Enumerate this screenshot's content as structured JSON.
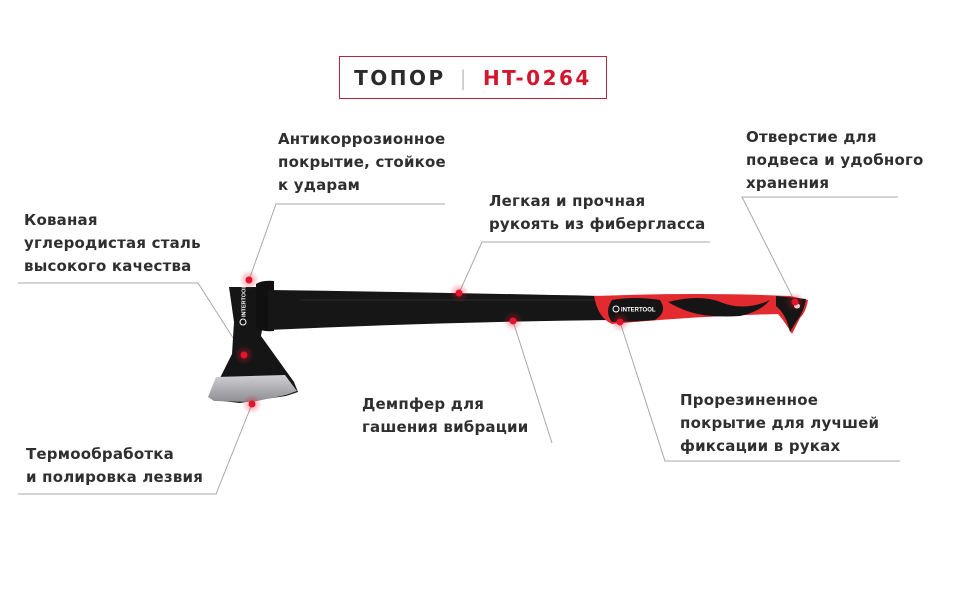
{
  "title": {
    "product": "ТОПОР",
    "separator": "|",
    "model": "HT-0264"
  },
  "colors": {
    "accent": "#d2182e",
    "handle": "#161616",
    "grip": "#e32a2f",
    "blade": "#b9b9bd",
    "line": "#a8a8a8"
  },
  "callouts": {
    "forged_steel": [
      "Кованая",
      "углеродистая сталь",
      "высокого качества"
    ],
    "anticorrosion": [
      "Антикоррозионное",
      "покрытие, стойкое",
      "к ударам"
    ],
    "handle": [
      "Легкая и прочная",
      "рукоять из фибергласса"
    ],
    "hanging_hole": [
      "Отверстие для",
      "подвеса и удобного",
      "хранения"
    ],
    "damper": [
      "Демпфер для",
      "гашения вибрации"
    ],
    "rubber": [
      "Прорезиненное",
      "покрытие для лучшей",
      "фиксации в руках"
    ],
    "blade": [
      "Термообработка",
      "и полировка лезвия"
    ]
  },
  "brand": "INTERTOOL"
}
